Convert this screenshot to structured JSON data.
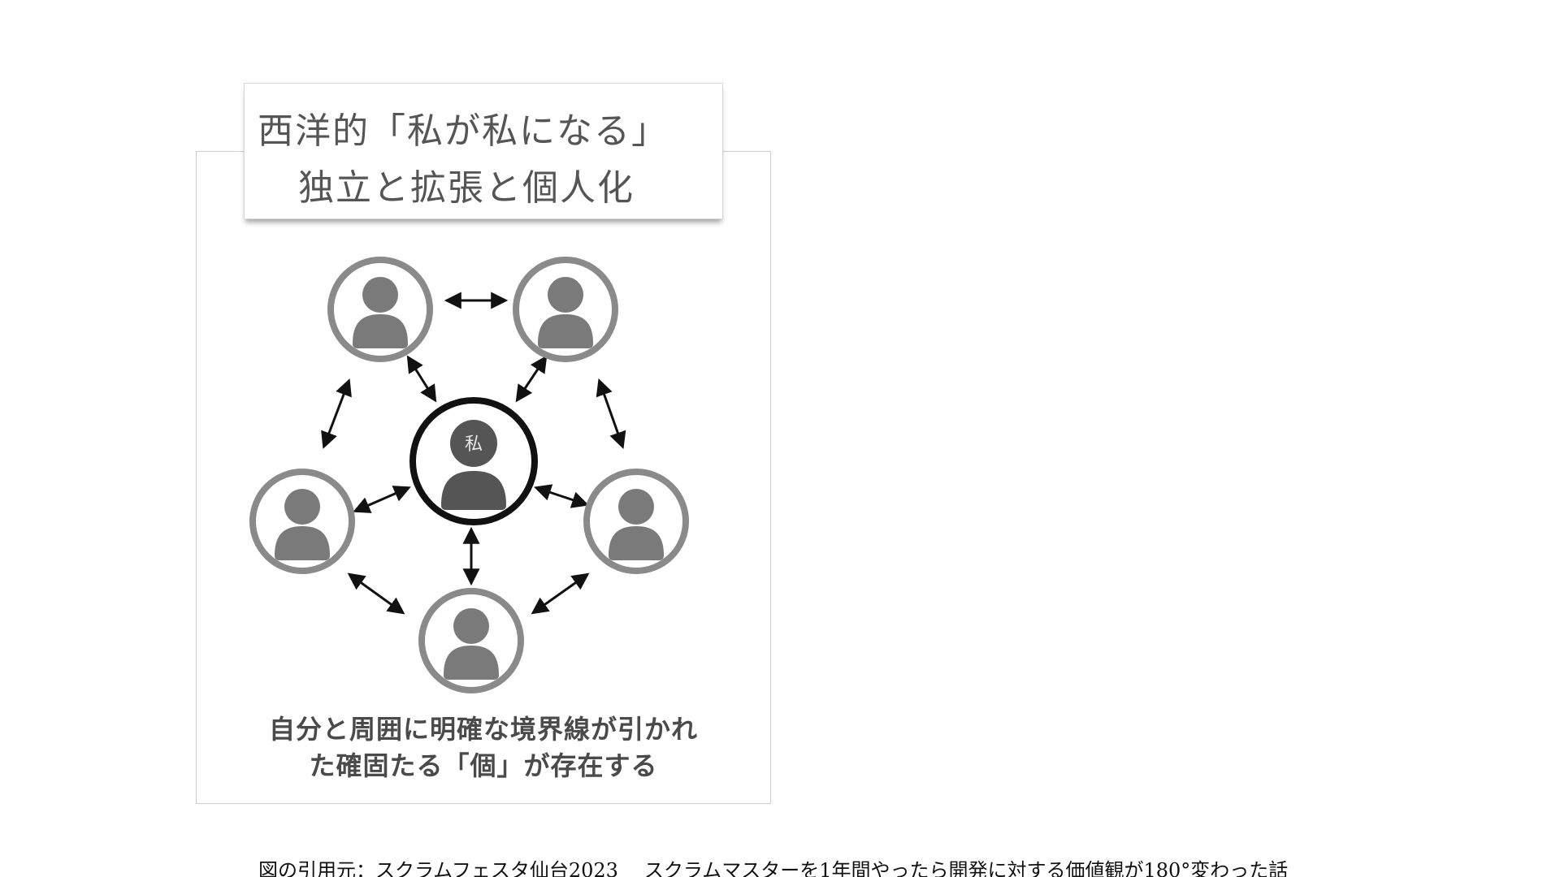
{
  "title": {
    "line1": "西洋的「私が私になる」",
    "line2": "独立と拡張と個人化"
  },
  "diagram": {
    "center_label": "私",
    "node_count": 6,
    "colors": {
      "outer_ring": "#8a8a8a",
      "outer_person": "#7a7a7a",
      "center_ring": "#111111",
      "center_person": "#555555",
      "arrow": "#111111"
    },
    "icons": [
      "person-icon",
      "arrow-both-icon"
    ]
  },
  "caption": {
    "line1": "自分と周囲に明確な境界線が引かれ",
    "line2": "た確固たる「個」が存在する"
  },
  "footer": {
    "source_label": "図の引用元：スクラムフェスタ仙台2023",
    "talk_title": "スクラムマスターを1年間やったら開発に対する価値観が180°変わった話"
  }
}
